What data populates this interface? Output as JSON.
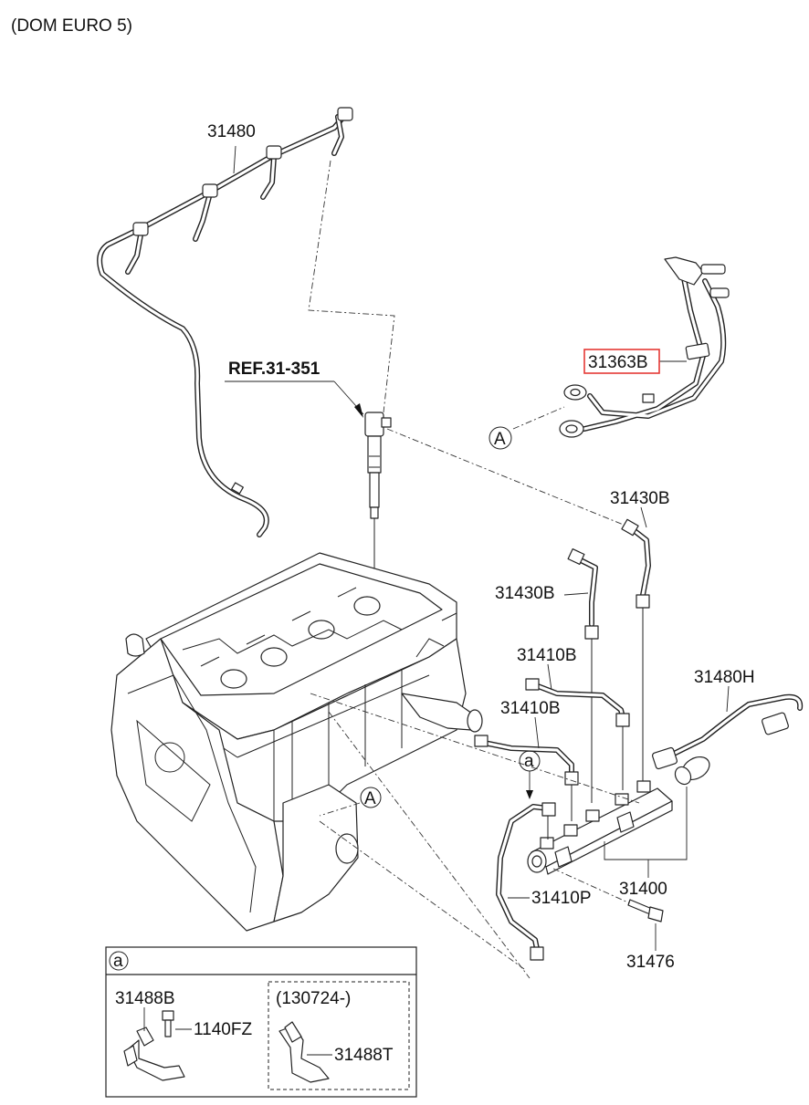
{
  "header": {
    "variant_note": "(DOM EURO 5)"
  },
  "labels": {
    "p31480": "31480",
    "ref": "REF.31-351",
    "p31363B": "31363B",
    "callout_A": "A",
    "p31430B_top": "31430B",
    "p31430B_mid": "31430B",
    "p31410B_top": "31410B",
    "p31410B_mid": "31410B",
    "p31480H": "31480H",
    "callout_a": "a",
    "p31400": "31400",
    "p31410P": "31410P",
    "p31476": "31476"
  },
  "inset": {
    "tag": "a",
    "left_part": "31488B",
    "bolt": "1140FZ",
    "date_note": "(130724-)",
    "right_part": "31488T"
  },
  "colors": {
    "highlight_box": "#e53935",
    "ink": "#222222"
  }
}
